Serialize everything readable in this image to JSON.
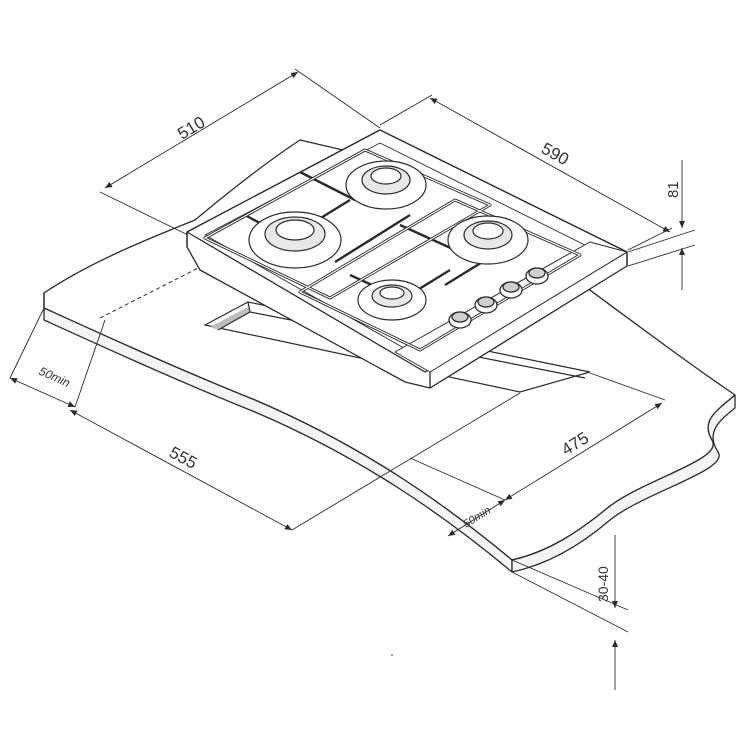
{
  "dimensions": {
    "hob_depth": "510",
    "hob_width": "590",
    "hob_height": "81",
    "min_clearance_left": "50min",
    "cutout_width": "555",
    "cutout_depth": "475",
    "min_clearance_front": "50min",
    "worktop_thickness": "30-40"
  },
  "colors": {
    "line": "#2b2b2b",
    "fill": "#ffffff",
    "shade": "#bdbdbd"
  }
}
